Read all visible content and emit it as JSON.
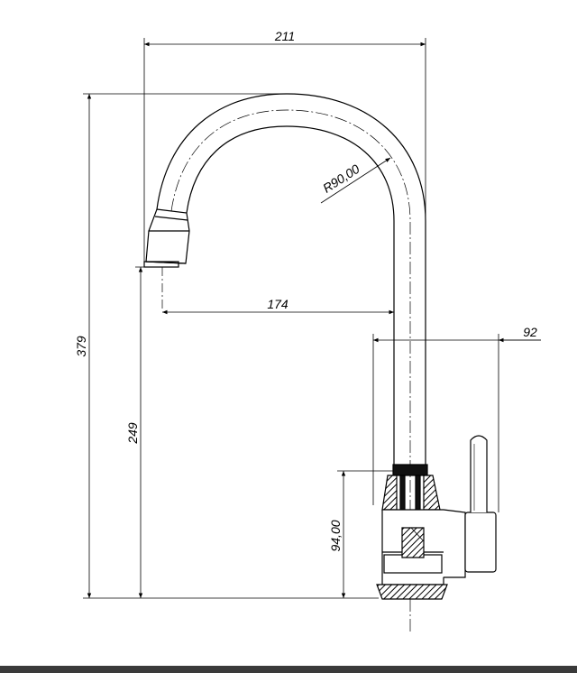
{
  "dimensions": {
    "overall_reach": "211",
    "overall_height": "379",
    "spout_radius": "R90,00",
    "spout_reach": "174",
    "handle_offset": "92",
    "outlet_height": "249",
    "body_height": "94,00"
  }
}
